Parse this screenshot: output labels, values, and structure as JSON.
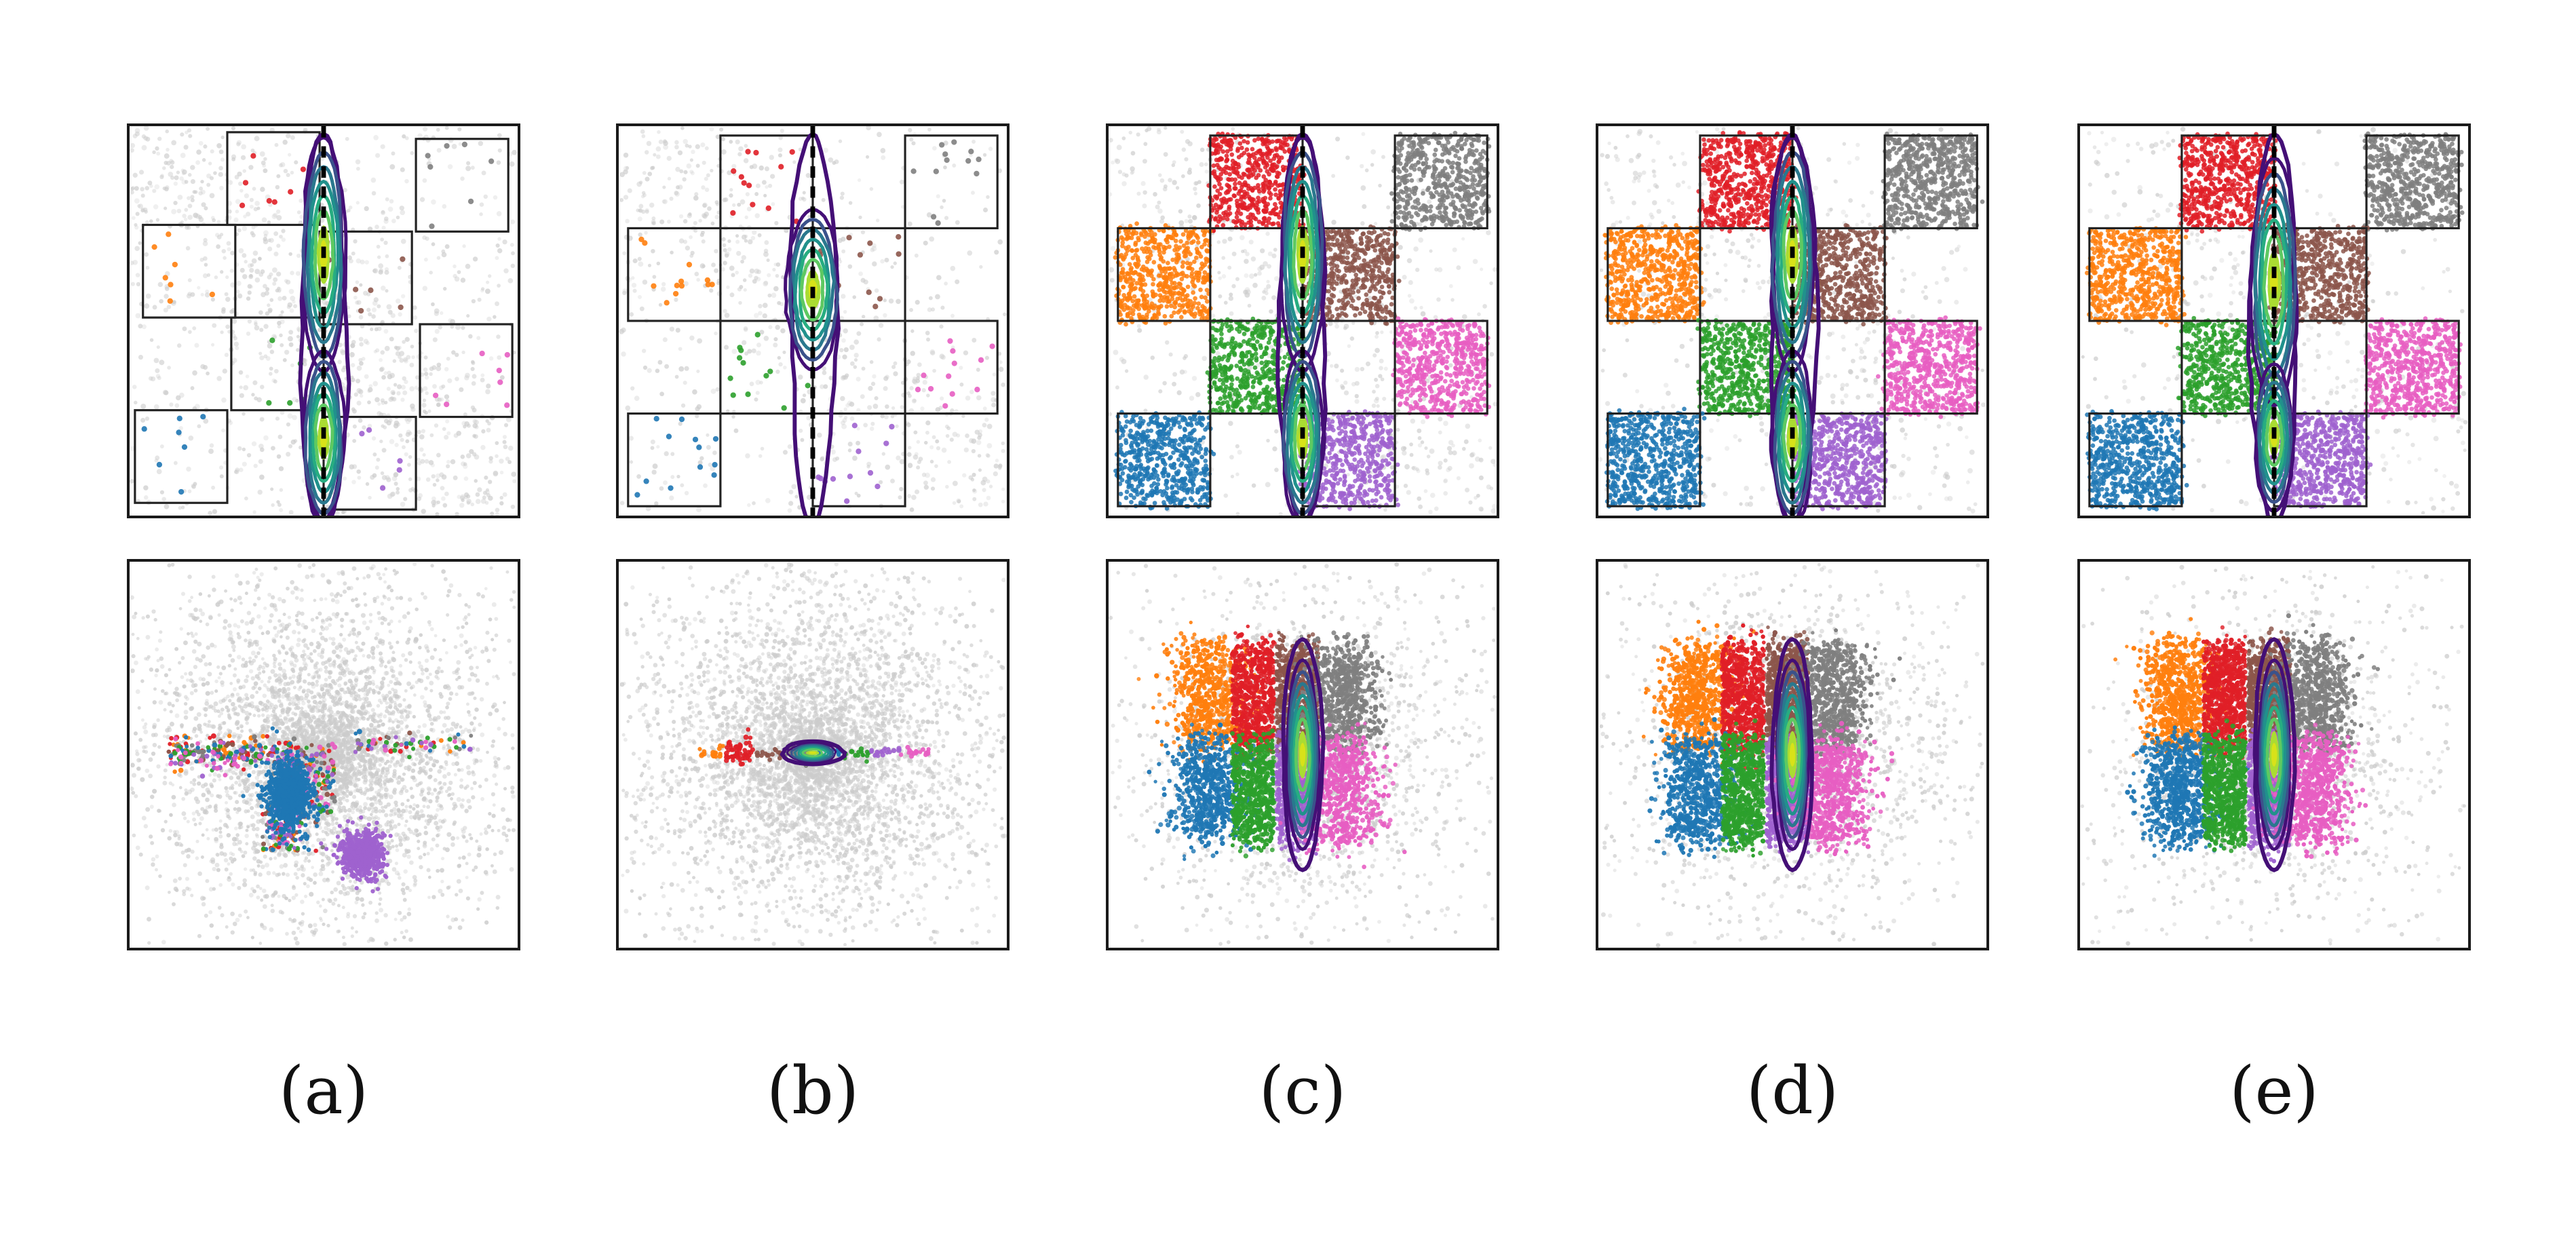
{
  "figure": {
    "type": "scientific-figure",
    "n_columns": 5,
    "n_rows": 2,
    "background": "#ffffff",
    "panel_border_color": "#1a1a1a",
    "dashed_line_color": "#000000"
  },
  "captions": [
    {
      "id": "a",
      "label": "(a)"
    },
    {
      "id": "b",
      "label": "(b)"
    },
    {
      "id": "c",
      "label": "(c)"
    },
    {
      "id": "d",
      "label": "(d)"
    },
    {
      "id": "e",
      "label": "(e)"
    }
  ],
  "palette": {
    "background_points": "#cccccc",
    "red": "#e01f27",
    "orange": "#ff7f0e",
    "green": "#2ca02c",
    "blue": "#1f77b4",
    "purple": "#9f62cf",
    "brown": "#8c564b",
    "pink": "#e75ec2",
    "gray": "#7f7f7f"
  },
  "contour_levels": [
    {
      "level": 1,
      "color": "#440f76"
    },
    {
      "level": 2,
      "color": "#3b528b"
    },
    {
      "level": 3,
      "color": "#2a788e"
    },
    {
      "level": 4,
      "color": "#21918c"
    },
    {
      "level": 5,
      "color": "#27ad81"
    },
    {
      "level": 6,
      "color": "#5ec962"
    },
    {
      "level": 7,
      "color": "#aadc32"
    },
    {
      "level": 8,
      "color": "#d8e219"
    }
  ],
  "grid": {
    "rows": 4,
    "cols": 4,
    "cells": [
      {
        "row": 0,
        "col": 1,
        "color_key": "red"
      },
      {
        "row": 0,
        "col": 3,
        "color_key": "gray"
      },
      {
        "row": 1,
        "col": 0,
        "color_key": "orange"
      },
      {
        "row": 1,
        "col": 2,
        "color_key": "brown"
      },
      {
        "row": 2,
        "col": 1,
        "color_key": "green"
      },
      {
        "row": 2,
        "col": 3,
        "color_key": "pink"
      },
      {
        "row": 3,
        "col": 0,
        "color_key": "blue"
      },
      {
        "row": 3,
        "col": 2,
        "color_key": "purple"
      }
    ]
  },
  "chart_data": {
    "type": "scatter",
    "title": "",
    "xlabel": "",
    "ylabel": "",
    "grid": false,
    "legend": "none",
    "description": "Five-column comparison. Top row: latent-space grid with eight labelled class cells plus gray unlabelled background samples, a vertical dashed decision line, and a viridis KDE contour. Bottom row: corresponding projection with gray halo and coloured clusters.",
    "columns": [
      {
        "id": "a",
        "label": "(a)",
        "top": {
          "box_fill_density": 0.012,
          "background_density": 0.55,
          "boxes_outlined": true,
          "boxes_offset_jitter": true,
          "contour_shape": "narrow-vertical-double-lobe",
          "dashed_line_x": 0.5
        },
        "bottom": {
          "halo_density": 1.0,
          "cluster_density": 0.04,
          "cluster_layout": "collapsed-streak",
          "contour_visible": false
        }
      },
      {
        "id": "b",
        "label": "(b)",
        "top": {
          "box_fill_density": 0.02,
          "background_density": 0.35,
          "boxes_outlined": true,
          "boxes_offset_jitter": false,
          "contour_shape": "single-compact-lobe",
          "dashed_line_x": 0.5
        },
        "bottom": {
          "halo_density": 1.0,
          "cluster_density": 0.05,
          "cluster_layout": "horizontal-line",
          "contour_visible": true
        }
      },
      {
        "id": "c",
        "label": "(c)",
        "top": {
          "box_fill_density": 0.9,
          "background_density": 0.3,
          "boxes_outlined": true,
          "boxes_offset_jitter": false,
          "contour_shape": "narrow-vertical-double-lobe",
          "dashed_line_x": 0.5
        },
        "bottom": {
          "halo_density": 0.5,
          "cluster_density": 0.85,
          "cluster_layout": "eight-block-mosaic",
          "contour_visible": true
        }
      },
      {
        "id": "d",
        "label": "(d)",
        "top": {
          "box_fill_density": 1.0,
          "background_density": 0.25,
          "boxes_outlined": true,
          "boxes_offset_jitter": false,
          "contour_shape": "narrow-vertical-double-lobe",
          "dashed_line_x": 0.5
        },
        "bottom": {
          "halo_density": 0.45,
          "cluster_density": 0.95,
          "cluster_layout": "eight-block-mosaic",
          "contour_visible": true
        }
      },
      {
        "id": "e",
        "label": "(e)",
        "top": {
          "box_fill_density": 1.0,
          "background_density": 0.2,
          "boxes_outlined": true,
          "boxes_offset_jitter": false,
          "contour_shape": "narrow-vertical-single-lobe",
          "dashed_line_x": 0.5
        },
        "bottom": {
          "halo_density": 0.4,
          "cluster_density": 1.0,
          "cluster_layout": "eight-block-mosaic",
          "contour_visible": true
        }
      }
    ]
  }
}
